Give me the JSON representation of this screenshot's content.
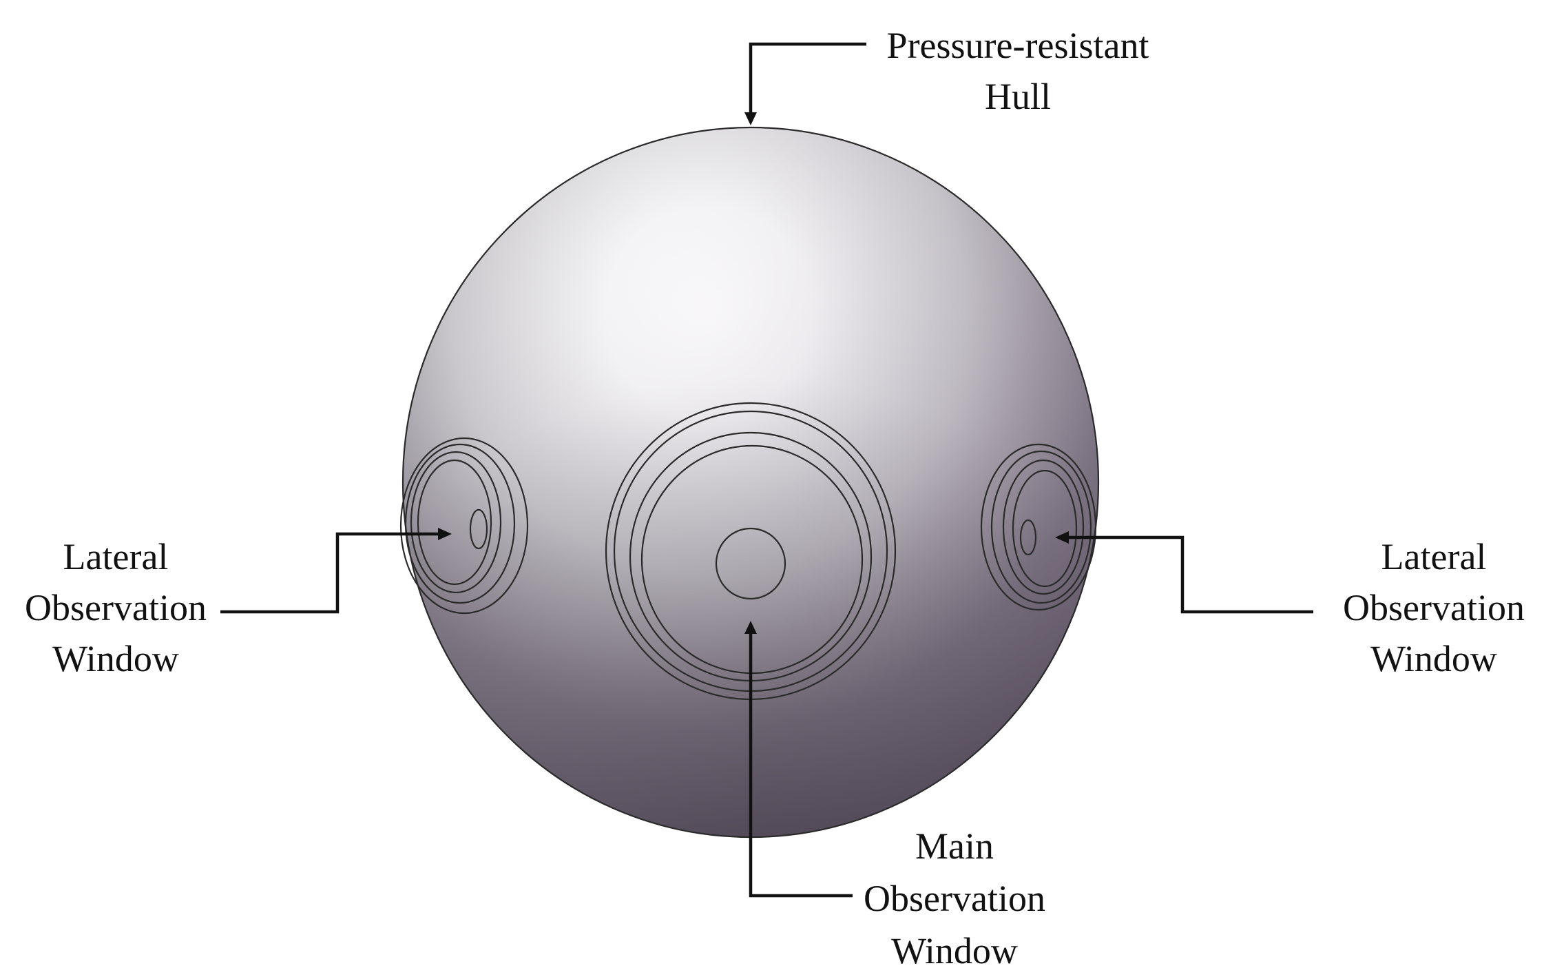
{
  "labels": {
    "hull": {
      "line1": "Pressure-resistant",
      "line2": "Hull"
    },
    "lateral_left": {
      "line1": "Lateral",
      "line2": "Observation",
      "line3": "Window"
    },
    "lateral_right": {
      "line1": "Lateral",
      "line2": "Observation",
      "line3": "Window"
    },
    "main_window": {
      "line1": "Main",
      "line2": "Observation",
      "line3": "Window"
    }
  },
  "colors": {
    "hull_highlight": "#ffffff",
    "hull_mid": "#c9c7cb",
    "hull_shadow": "#5a5260",
    "window_purple": "#a88fb0",
    "line": "#111111"
  }
}
